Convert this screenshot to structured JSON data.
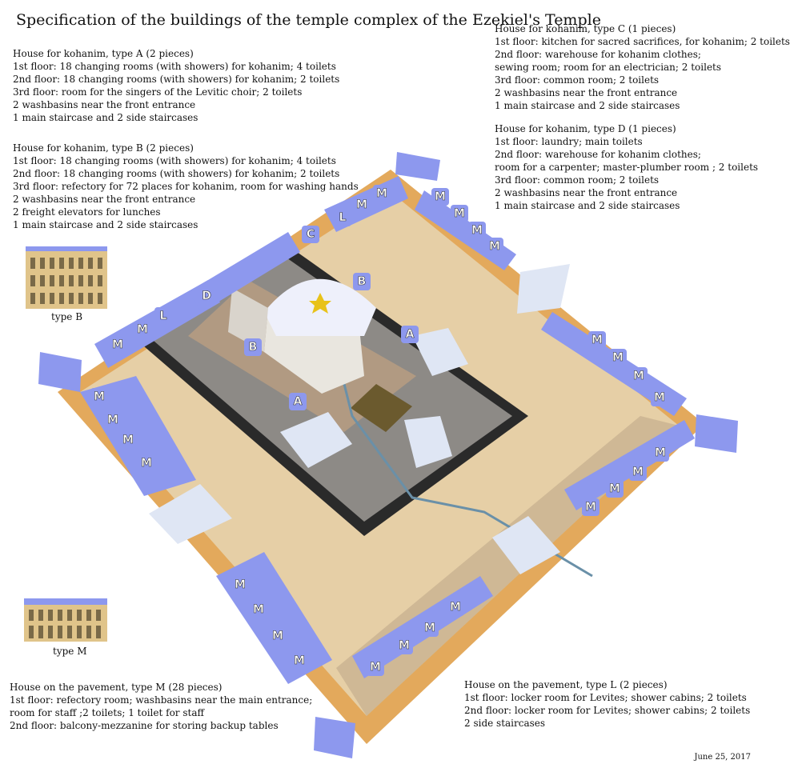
{
  "title": "Specification of the buildings of the temple complex of the Ezekiel's Temple",
  "house_a": {
    "heading": "House for kohanim, type A (2 pieces)",
    "lines": [
      "1st floor: 18 changing rooms (with showers) for kohanim; 4 toilets",
      "2nd floor: 18 changing rooms (with showers) for kohanim; 2 toilets",
      "3rd floor: room for the singers of the Levitic choir; 2 toilets",
      "2 washbasins near the front entrance",
      "1 main staircase and 2 side staircases"
    ]
  },
  "house_b": {
    "heading": "House for kohanim, type B (2 pieces)",
    "lines": [
      "1st floor: 18 changing rooms (with showers) for kohanim; 4 toilets",
      "2nd floor: 18 changing rooms (with showers) for kohanim; 2 toilets",
      "3rd floor: refectory for 72 places for kohanim, room for washing hands",
      "2 washbasins near the front entrance",
      "2 freight elevators for lunches",
      "1 main staircase and 2 side staircases"
    ]
  },
  "house_c": {
    "heading": "House for kohanim, type C (1 pieces)",
    "lines": [
      "1st floor: kitchen for sacred sacrifices, for kohanim; 2 toilets",
      "2nd floor: warehouse for kohanim clothes;",
      "sewing room; room for an electrician; 2 toilets",
      "3rd floor: common room; 2 toilets",
      "2 washbasins near the front entrance",
      "1 main staircase and 2 side staircases"
    ]
  },
  "house_d": {
    "heading": "House for kohanim, type D (1 pieces)",
    "lines": [
      "1st floor:  laundry; main toilets",
      "2nd floor: warehouse for kohanim clothes;",
      "room for a carpenter; master-plumber room ; 2 toilets",
      "3rd floor: common room; 2 toilets",
      "2 washbasins near the front entrance",
      "1 main staircase and 2 side staircases"
    ]
  },
  "house_m": {
    "heading": "House on the pavement, type M (28 pieces)",
    "lines": [
      "1st floor: refectory room; washbasins near the main entrance;",
      "room for staff ;2 toilets; 1 toilet for staff",
      "2nd floor: balcony-mezzanine for storing backup tables"
    ]
  },
  "house_l": {
    "heading": "House on the pavement, type L (2 pieces)",
    "lines": [
      "1st floor: locker room for Levites; shower cabins; 2 toilets",
      "2nd floor: locker room for Levites; shower cabins; 2 toilets",
      "2 side staircases"
    ]
  },
  "captions": {
    "type_b": "type B",
    "type_m": "type M"
  },
  "date": "June 25, 2017",
  "labels": {
    "A": "A",
    "B": "B",
    "C": "C",
    "D": "D",
    "L": "L",
    "M": "M"
  },
  "colors": {
    "sand": "#e6cfa6",
    "outer_wall": "#e3a95c",
    "roof_blue": "#8d98ee",
    "court_gray": "#8d8a86",
    "dark_wall": "#2a2a2a",
    "temple_white": "#f2f2ef",
    "star": "#e8c21a"
  }
}
